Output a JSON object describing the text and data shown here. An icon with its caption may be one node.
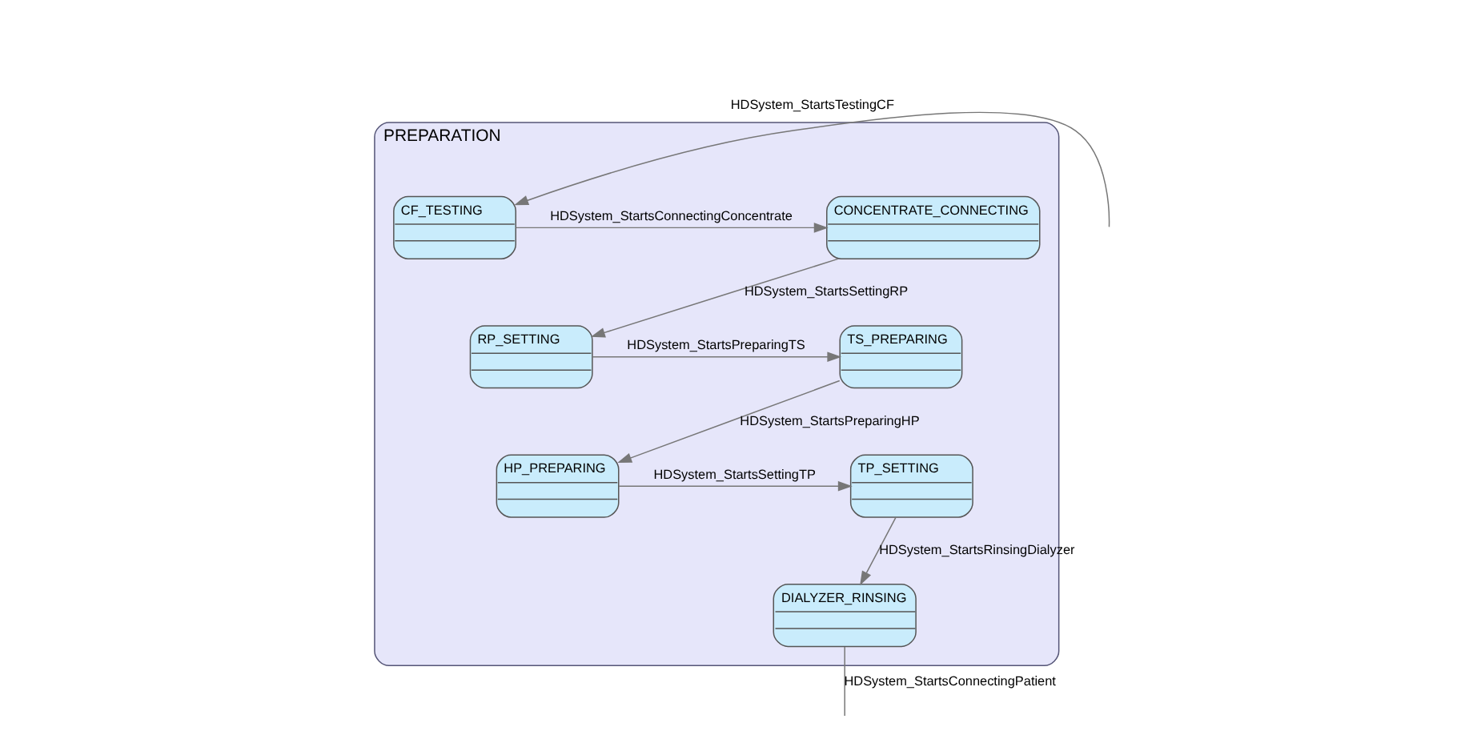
{
  "diagram": {
    "nodes": [
      {
        "text": [
          "PREPARATION"
        ]
      },
      {
        "text": [
          "CF_TESTING"
        ],
        "in": 0
      },
      {
        "text": [
          "CONCENTRATE_CONNECTING"
        ],
        "in": 0
      },
      {
        "text": [
          "RP_SETTING"
        ],
        "in": 0
      },
      {
        "text": [
          "TS_PREPARING"
        ],
        "in": 0
      },
      {
        "text": [
          "HP_PREPARING"
        ],
        "in": 0
      },
      {
        "text": [
          "TP_SETTING"
        ],
        "in": 0
      },
      {
        "text": [
          "DIALYZER_RINSING"
        ],
        "in": 0
      }
    ],
    "edges": [
      {
        "from": null,
        "to": 1,
        "arrow": "to",
        "label": "HDSystem_StartsTestingCF"
      },
      {
        "from": 1,
        "to": 2,
        "arrow": "to",
        "label": "HDSystem_StartsConnectingConcentrate"
      },
      {
        "from": 2,
        "to": 3,
        "arrow": "to",
        "label": "HDSystem_StartsSettingRP"
      },
      {
        "from": 3,
        "to": 4,
        "arrow": "to",
        "label": "HDSystem_StartsPreparingTS"
      },
      {
        "from": 4,
        "to": 5,
        "arrow": "to",
        "label": "HDSystem_StartsPreparingHP"
      },
      {
        "from": 5,
        "to": 6,
        "arrow": "to",
        "label": "HDSystem_StartsSettingTP"
      },
      {
        "from": 6,
        "to": 7,
        "arrow": "to",
        "label": "HDSystem_StartsRinsingDialyzer"
      },
      {
        "from": 7,
        "to": null,
        "arrow": "none",
        "label": "HDSystem_StartsConnectingPatient"
      }
    ]
  }
}
